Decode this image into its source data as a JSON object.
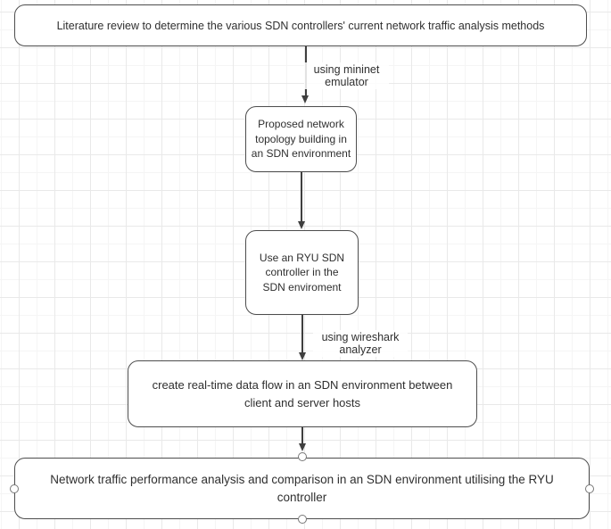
{
  "diagram": {
    "nodes": [
      {
        "name": "literature-review",
        "label": "Literature review to determine the various SDN controllers' current network traffic analysis methods"
      },
      {
        "name": "topology-building",
        "label": "Proposed network\ntopology building in\nan SDN environment"
      },
      {
        "name": "ryu-controller",
        "label": "Use an RYU SDN\ncontroller in the\nSDN enviroment"
      },
      {
        "name": "realtime-dataflow",
        "label": "create real-time data flow in an SDN environment between\nclient and server hosts"
      },
      {
        "name": "performance-analysis",
        "label": "Network traffic performance analysis and comparison in an SDN environment utilising the RYU\ncontroller"
      }
    ],
    "edge_labels": [
      {
        "label": "using mininet\nemulator"
      },
      {
        "label": "using wireshark\nanalyzer"
      }
    ],
    "colors": {
      "node_border": "#4d4d4d",
      "node_fill": "#ffffff",
      "text": "#2f2f2f",
      "grid_minor": "#f5f5f5",
      "grid_major": "#e9e9e9",
      "edge": "#3f3f3f",
      "handle_stroke": "#777777"
    }
  }
}
